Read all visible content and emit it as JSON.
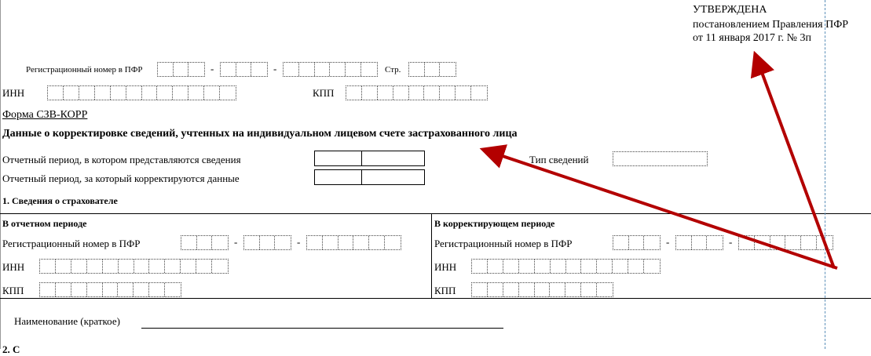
{
  "approval": {
    "line1": "УТВЕРЖДЕНА",
    "line2": "постановлением Правления ПФР",
    "line3": "от 11 января 2017 г. № 3п"
  },
  "top": {
    "reg_label": "Регистрационный номер в ПФР",
    "page_label": "Стр.",
    "inn_label": "ИНН",
    "kpp_label": "КПП"
  },
  "form": {
    "name": "Форма СЗВ-КОРР",
    "title": "Данные о корректировке сведений, учтенных на индивидуальном лицевом счете застрахованного лица",
    "period_reported": "Отчетный период, в котором представляются сведения",
    "period_corrected": "Отчетный период, за который корректируются данные",
    "info_type": "Тип сведений"
  },
  "section1": {
    "title": "1. Сведения о страхователе",
    "left_header": "В отчетном периоде",
    "right_header": "В корректирующем периоде",
    "reg_label": "Регистрационный номер в ПФР",
    "inn_label": "ИНН",
    "kpp_label": "КПП",
    "dash": "-"
  },
  "name_label": "Наименование (краткое)",
  "next_section_fragment": "2. С",
  "colors": {
    "arrow": "#b30000",
    "guide": "#5b8fb9"
  }
}
